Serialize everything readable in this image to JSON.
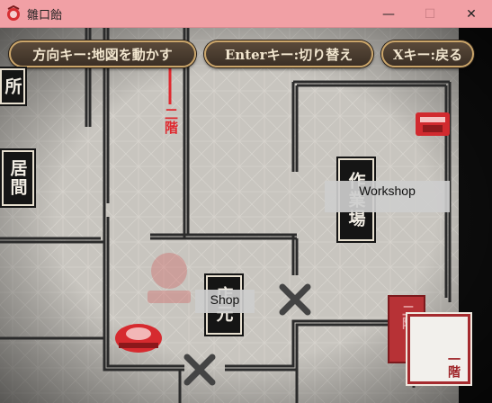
{
  "window": {
    "title": "雛口飴",
    "minimize": "—",
    "maximize": "☐",
    "close": "✕"
  },
  "hints": {
    "move": "方向キー:地図を動かす",
    "toggle": "Enterキー:切り替え",
    "back": "Xキー:戻る"
  },
  "rooms": {
    "top_left": "所",
    "living": "居間",
    "workshop": "作業場",
    "shop": "店元"
  },
  "overlays": {
    "workshop": "Workshop",
    "shop": "Shop"
  },
  "floor_marker": "二階",
  "floor_cards": {
    "back": "二階",
    "front": "一階"
  },
  "colors": {
    "titlebar": "#f1a0a5",
    "accent_red": "#e0282e",
    "wall": "#2a2a2a",
    "floor": "#c9c6c0"
  },
  "icons": [
    "app-icon",
    "red-gate-icon",
    "red-helmet-icon",
    "save-stamp-icon",
    "x-mark-icon"
  ]
}
